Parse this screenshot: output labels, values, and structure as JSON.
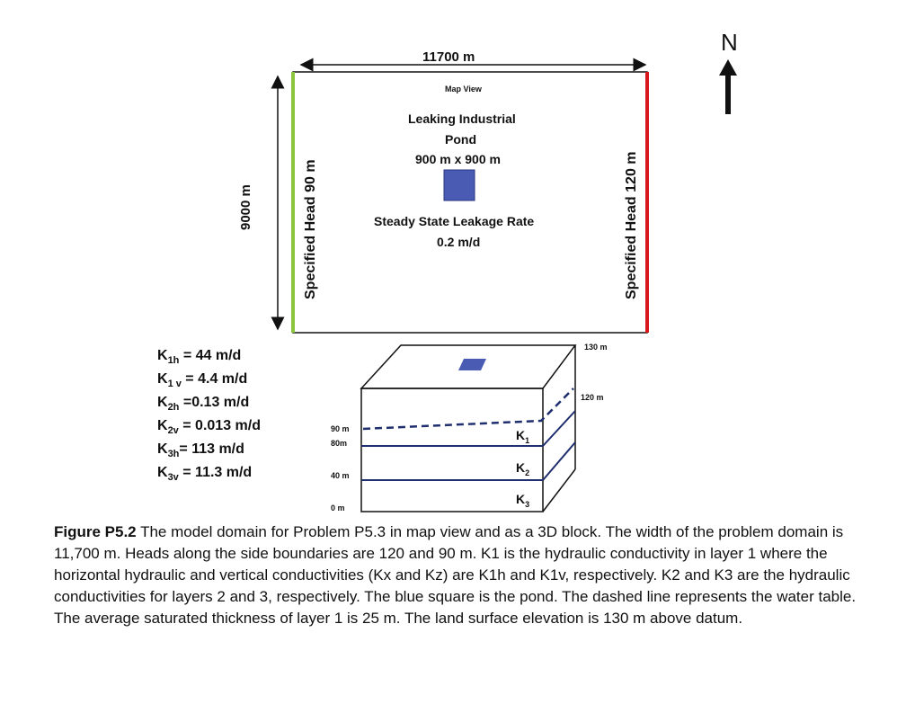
{
  "map_view": {
    "width_label": "11700 m",
    "height_label": "9000 m",
    "view_label": "Map View",
    "pond_label_1": "Leaking Industrial",
    "pond_label_2": "Pond",
    "pond_size": "900 m x 900 m",
    "leakage_label": "Steady State Leakage Rate",
    "leakage_value": "0.2 m/d",
    "left_boundary": "Specified Head  90 m",
    "right_boundary": "Specified Head  120 m",
    "left_color": "#8cc63f",
    "right_color": "#d7191c",
    "pond_color": "#4a5bb3",
    "north": "N"
  },
  "block": {
    "top_elev": "130 m",
    "right_head": "120 m",
    "left_labels": [
      "90 m",
      "80m",
      "40 m",
      "0 m"
    ],
    "layers": [
      {
        "k": "K",
        "sub": "1"
      },
      {
        "k": "K",
        "sub": "2"
      },
      {
        "k": "K",
        "sub": "3"
      }
    ]
  },
  "conductivities": [
    {
      "sym": "K",
      "sub": "1h",
      "val": " = 44 m/d"
    },
    {
      "sym": "K",
      "sub": "1 v",
      "val": " = 4.4 m/d"
    },
    {
      "sym": "K",
      "sub": "2h",
      "val": " =0.13 m/d"
    },
    {
      "sym": "K",
      "sub": "2v",
      "val": " = 0.013 m/d"
    },
    {
      "sym": "K",
      "sub": "3h",
      "val": "= 113 m/d"
    },
    {
      "sym": "K",
      "sub": "3v",
      "val": " = 11.3 m/d"
    }
  ],
  "caption": {
    "label": "Figure P5.2",
    "text": "The model domain for Problem P5.3 in map view and as a 3D block. The width of the problem domain is 11,700 m. Heads along the side boundaries are 120 and 90 m. K1 is the hydraulic conductivity in layer 1 where the horizontal hydraulic and vertical conductivities (Kx and Kz) are K1h and K1v, respectively. K2 and K3 are the hydraulic conductivities for layers 2 and 3, respectively. The blue square is the pond. The dashed line represents the water table. The average saturated thickness of layer 1 is 25 m. The land surface elevation is 130 m above datum."
  }
}
